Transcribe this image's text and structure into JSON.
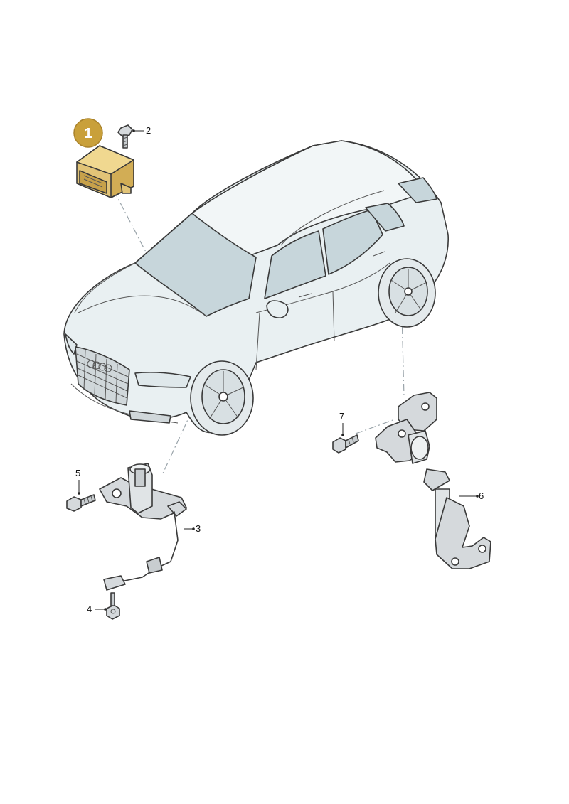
{
  "callouts": {
    "c1": "1",
    "c2": "2",
    "c3": "3",
    "c4": "4",
    "c5": "5",
    "c6": "6",
    "c7": "7"
  },
  "colors": {
    "highlight_part": "#d8b35c",
    "highlight_badge": "#c9a03a",
    "car_body": "#e9f0f2",
    "glass": "#c7d6db",
    "part_grey": "#d5d9dc"
  }
}
